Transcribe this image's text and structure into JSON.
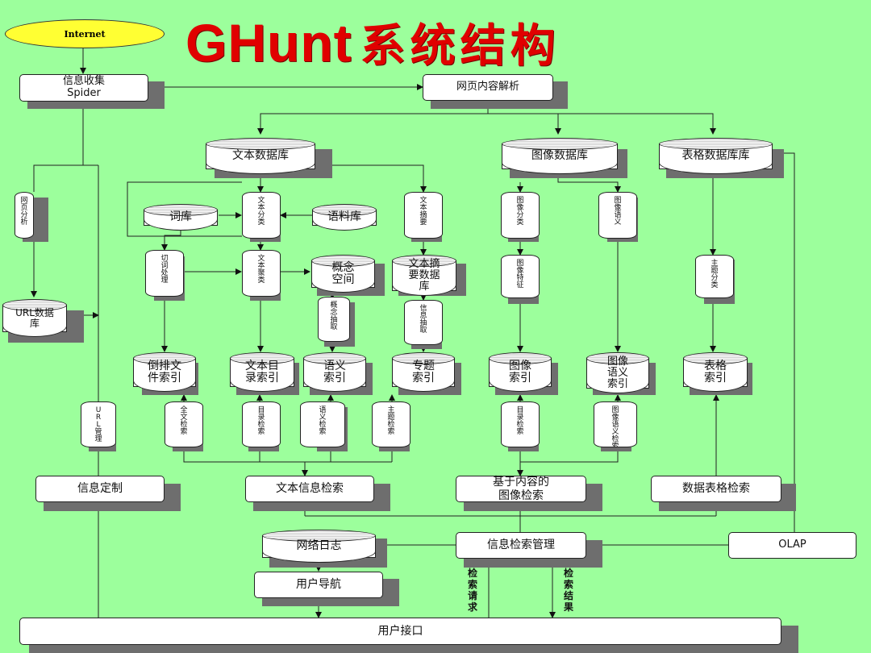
{
  "title": {
    "latin": "GHunt",
    "chinese": "系统结构"
  },
  "cloud": "Internet",
  "boxes": {
    "spider_1": "信息收集",
    "spider_2": "Spider",
    "parser": "网页内容解析",
    "custom": "信息定制",
    "text_search": "文本信息检索",
    "image_search_1": "基于内容的",
    "image_search_2": "图像检索",
    "table_search": "数据表格检索",
    "retrieval_mgmt": "信息检索管理",
    "olap": "OLAP",
    "nav": "用户导航",
    "ui": "用户接口"
  },
  "databases": {
    "text_db": "文本数据库",
    "image_db": "图像数据库",
    "table_db": "表格数据库库",
    "dict": "词库",
    "corpus": "语料库",
    "concept_1": "概念",
    "concept_2": "空间",
    "summary_1": "文本摘",
    "summary_2": "要数据",
    "summary_3": "库",
    "url_db_1": "URL数据",
    "url_db_2": "库",
    "inv_1": "倒排文",
    "inv_2": "件索引",
    "catalog_1": "文本目",
    "catalog_2": "录索引",
    "semantic_1": "语义",
    "semantic_2": "索引",
    "topic_1": "专题",
    "topic_2": "索引",
    "img_idx_1": "图像",
    "img_idx_2": "索引",
    "img_sem_1": "图像",
    "img_sem_2": "语义",
    "img_sem_3": "索引",
    "tbl_idx_1": "表格",
    "tbl_idx_2": "索引",
    "weblog": "网络日志"
  },
  "modules": {
    "web_analysis": "网页分析",
    "text_classify": "文本分类",
    "text_summary": "文本摘要",
    "img_classify": "图像分类",
    "img_annot": "图像语义",
    "img_feature": "图像特征",
    "tbl_classify": "主题分类",
    "segment": "切词处理",
    "text_cluster": "文本聚类",
    "concept_ext": "概念抽取",
    "info_ext": "信息抽取",
    "url_mgr": "URL管理",
    "fulltext": "全文检索",
    "catalog_s": "目录检索",
    "sem_s": "语义检索",
    "topic_s": "主题检索",
    "img_cat_s": "目录检索",
    "img_sem_s": "图像语义检索"
  },
  "labels": {
    "request": "检索请求",
    "result": "检索结果"
  }
}
